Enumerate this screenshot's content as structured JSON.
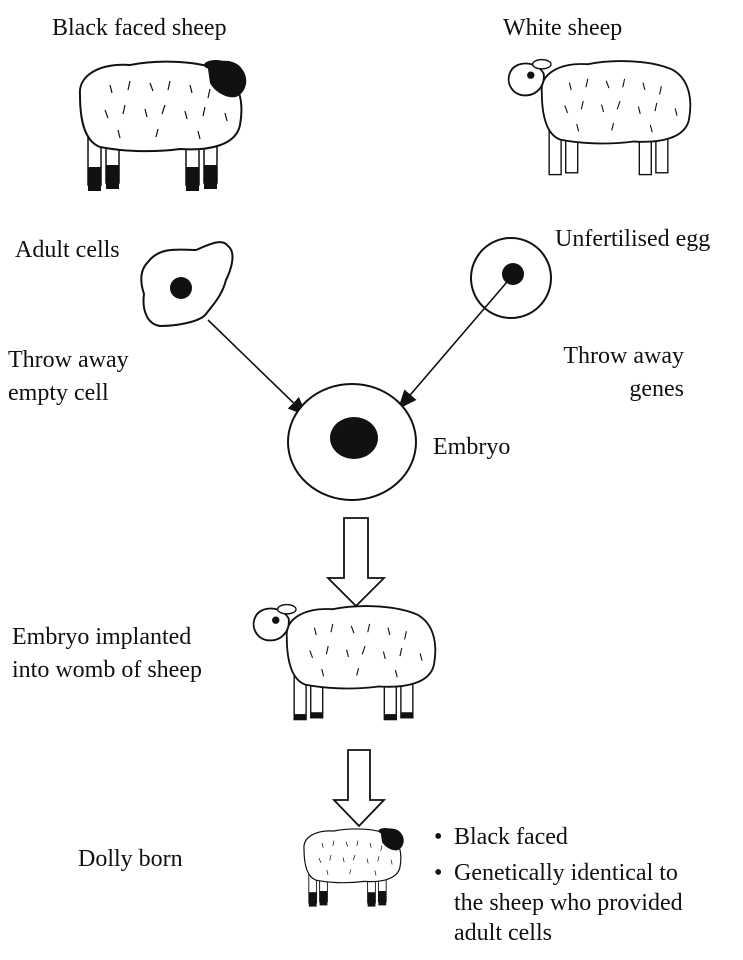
{
  "labels": {
    "black_faced_sheep": "Black faced sheep",
    "white_sheep": "White sheep",
    "adult_cells": "Adult cells",
    "unfertilised_egg": "Unfertilised egg",
    "throw_away_empty_cell_1": "Throw away",
    "throw_away_empty_cell_2": "empty cell",
    "throw_away_genes_1": "Throw away",
    "throw_away_genes_2": "genes",
    "embryo": "Embryo",
    "embryo_implanted_1": "Embryo implanted",
    "embryo_implanted_2": "into womb of sheep",
    "dolly_born": "Dolly born"
  },
  "result_points": [
    "Black faced",
    "Genetically identical to",
    "the sheep who provided",
    "adult cells"
  ],
  "colors": {
    "ink": "#111111",
    "wool": "#ffffff",
    "black_face": "#111111"
  }
}
